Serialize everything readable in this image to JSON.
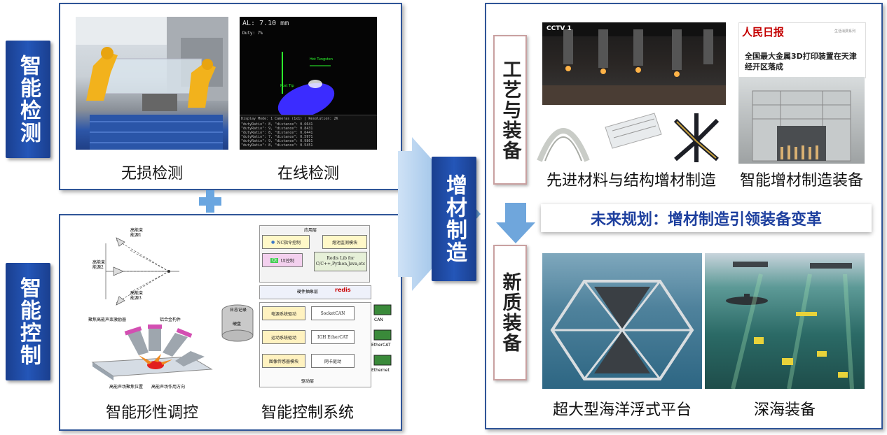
{
  "left_labels": {
    "top": "智能检测",
    "bottom": "智能控制"
  },
  "center_label": "增材制造",
  "top_left_panel": {
    "captions": [
      "无损检测",
      "在线检测"
    ],
    "monitor": {
      "al": "AL: 7.10 mm",
      "duty": "Duty: 7%",
      "hot_label": "Hot Tungsten",
      "tip_label": "Post Tip",
      "status": "Display Mode: 1 Cameras (1x1) | Resolution: 2K",
      "log_lines": [
        "\"dutyRatio\": 8,  \"distance\": 0.6641",
        "\"dutyRatio\": 9,  \"distance\": 0.8431",
        "\"dutyRatio\": 8,  \"distance\": 0.6441",
        "\"dutyRatio\": 7,  \"distance\": 0.5971",
        "\"dutyRatio\": 9,  \"distance\": 0.9861",
        "\"dutyRatio\": 8,  \"distance\": 0.5451"
      ]
    }
  },
  "bottom_left_panel": {
    "captions": [
      "智能形性调控",
      "智能控制系统"
    ],
    "arrows_diagram": {
      "labels": [
        "高能束 能源1",
        "高能束 能源2",
        "高能束 能源3"
      ]
    },
    "nozzle_diagram": {
      "labels": [
        "聚焦高能声束激励器",
        "铝合金构件",
        "高能声场聚焦位置",
        "高能声场作用方向"
      ]
    },
    "system_diagram": {
      "app_layer": "应用层",
      "nc": "NC指令控制",
      "monitor": "熔池监测模块",
      "ui": "UI控制",
      "redis_lib": "Redis Lib for C/C++,Python,Java,etc",
      "hw_layer": "硬件抽象层",
      "redis": "redis",
      "log": "日志记录",
      "disk": "硬盘",
      "power": "电源系统驱动",
      "socketcan": "SocketCAN",
      "motion": "运动系统驱动",
      "igh": "IGH EtherCAT",
      "image": "图像传感器模块",
      "netdrv": "网卡驱动",
      "driver_layer": "驱动层",
      "bus": [
        "CAN",
        "EtherCAT",
        "Ethernet"
      ],
      "qt": "Qt"
    }
  },
  "right": {
    "craft_label": "工艺与装备",
    "future_banner": "未来规划：增材制造引领装备变革",
    "new_label": "新质装备",
    "captions": [
      "先进材料与结构增材制造",
      "智能增材制造装备",
      "超大型海洋浮式平台",
      "深海装备"
    ],
    "cctv": "CCTV 1",
    "news": {
      "masthead": "人民日报",
      "subtitle": "生活消费系列",
      "headline": "全国最大金属3D打印装置在天津经开区落成"
    }
  }
}
